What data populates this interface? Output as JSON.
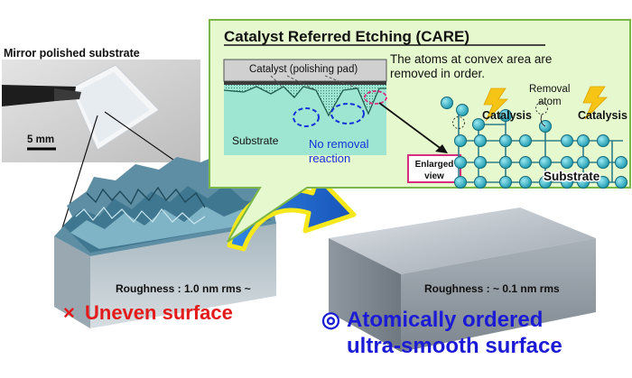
{
  "photo": {
    "label": "Mirror polished substrate",
    "scale": "5 mm"
  },
  "care_box": {
    "title": "Catalyst Referred Etching (CARE)",
    "pad_label": "Catalyst (polishing pad)",
    "substrate_label": "Substrate",
    "no_removal_line1": "No removal",
    "no_removal_line2": "reaction",
    "enlarged_line1": "Enlarged",
    "enlarged_line2": "view",
    "convex_line1": "The atoms at convex area are",
    "convex_line2": "removed in order.",
    "removal_line1": "Removal",
    "removal_line2": "atom",
    "catalysis_1": "Catalysis",
    "catalysis_2": "Catalysis",
    "atom_substrate_label": "Substrate"
  },
  "left_result": {
    "roughness": "Roughness : 1.0 nm rms ~",
    "mark": "×",
    "label": "Uneven surface"
  },
  "right_result": {
    "roughness": "Roughness : ~ 0.1 nm rms",
    "mark": "◎",
    "line1": "Atomically ordered",
    "line2": "ultra-smooth surface"
  },
  "colors": {
    "care_bg": "#e6f8cd",
    "care_border": "#7ab648",
    "substrate": "#9fe6d2",
    "atom": "#2ab3c5",
    "enlarged_border": "#d62e7c",
    "ellipse": "#1433d6",
    "uneven_text": "#e21a1a",
    "smooth_text": "#1b1bd6",
    "arrow_blue": "#1e6fd8",
    "arrow_yellow": "#f7e81c"
  }
}
